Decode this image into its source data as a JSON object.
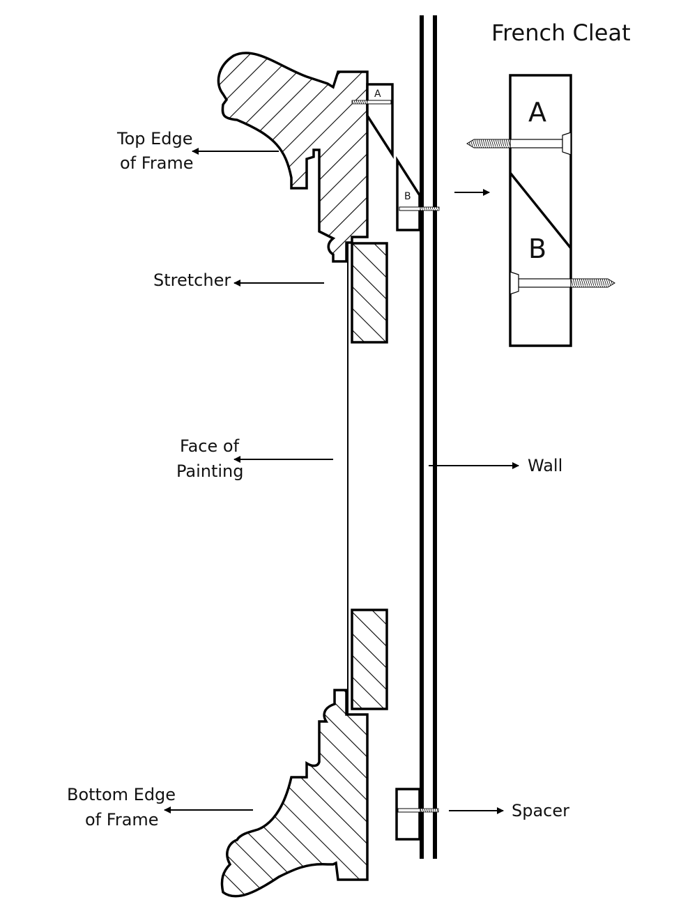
{
  "title": "French Cleat",
  "labels": {
    "top_edge_line1": "Top Edge",
    "top_edge_line2": "of Frame",
    "stretcher": "Stretcher",
    "face_line1": "Face of",
    "face_line2": "Painting",
    "wall": "Wall",
    "bottom_edge_line1": "Bottom Edge",
    "bottom_edge_line2": "of Frame",
    "spacer": "Spacer"
  },
  "cleat_parts": {
    "a": "A",
    "b": "B"
  },
  "colors": {
    "ink": "#000000",
    "background": "#ffffff"
  }
}
